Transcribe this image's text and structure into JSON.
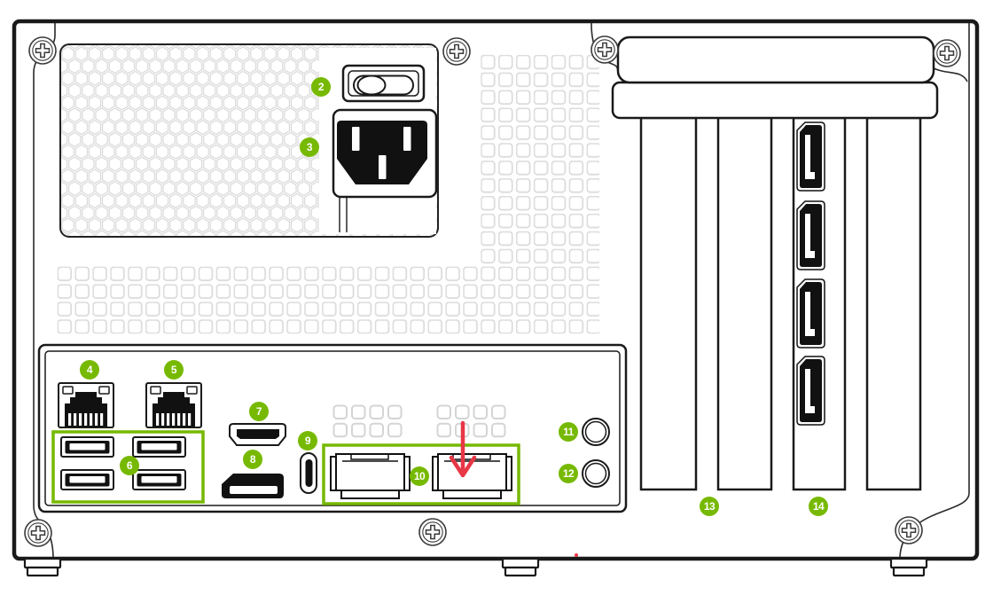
{
  "diagram": {
    "kind": "workstation-rear-panel-diagram",
    "colors": {
      "accent_green": "#76b900",
      "arrow_red": "#e83746",
      "line": "#1a1a1a",
      "vent_gray": "#d8d8d8"
    },
    "callouts": [
      {
        "number": "2",
        "target": "power-switch"
      },
      {
        "number": "3",
        "target": "ac-power-inlet"
      },
      {
        "number": "4",
        "target": "ethernet-port-left"
      },
      {
        "number": "5",
        "target": "ethernet-port-right"
      },
      {
        "number": "6",
        "target": "usb-a-ports"
      },
      {
        "number": "7",
        "target": "hdmi-port"
      },
      {
        "number": "8",
        "target": "displayport"
      },
      {
        "number": "9",
        "target": "usb-c-port"
      },
      {
        "number": "10",
        "target": "sfp-network-ports"
      },
      {
        "number": "11",
        "target": "round-port-upper"
      },
      {
        "number": "12",
        "target": "round-port-lower"
      },
      {
        "number": "13",
        "target": "expansion-slot-covers"
      },
      {
        "number": "14",
        "target": "gpu-displayports"
      }
    ]
  }
}
